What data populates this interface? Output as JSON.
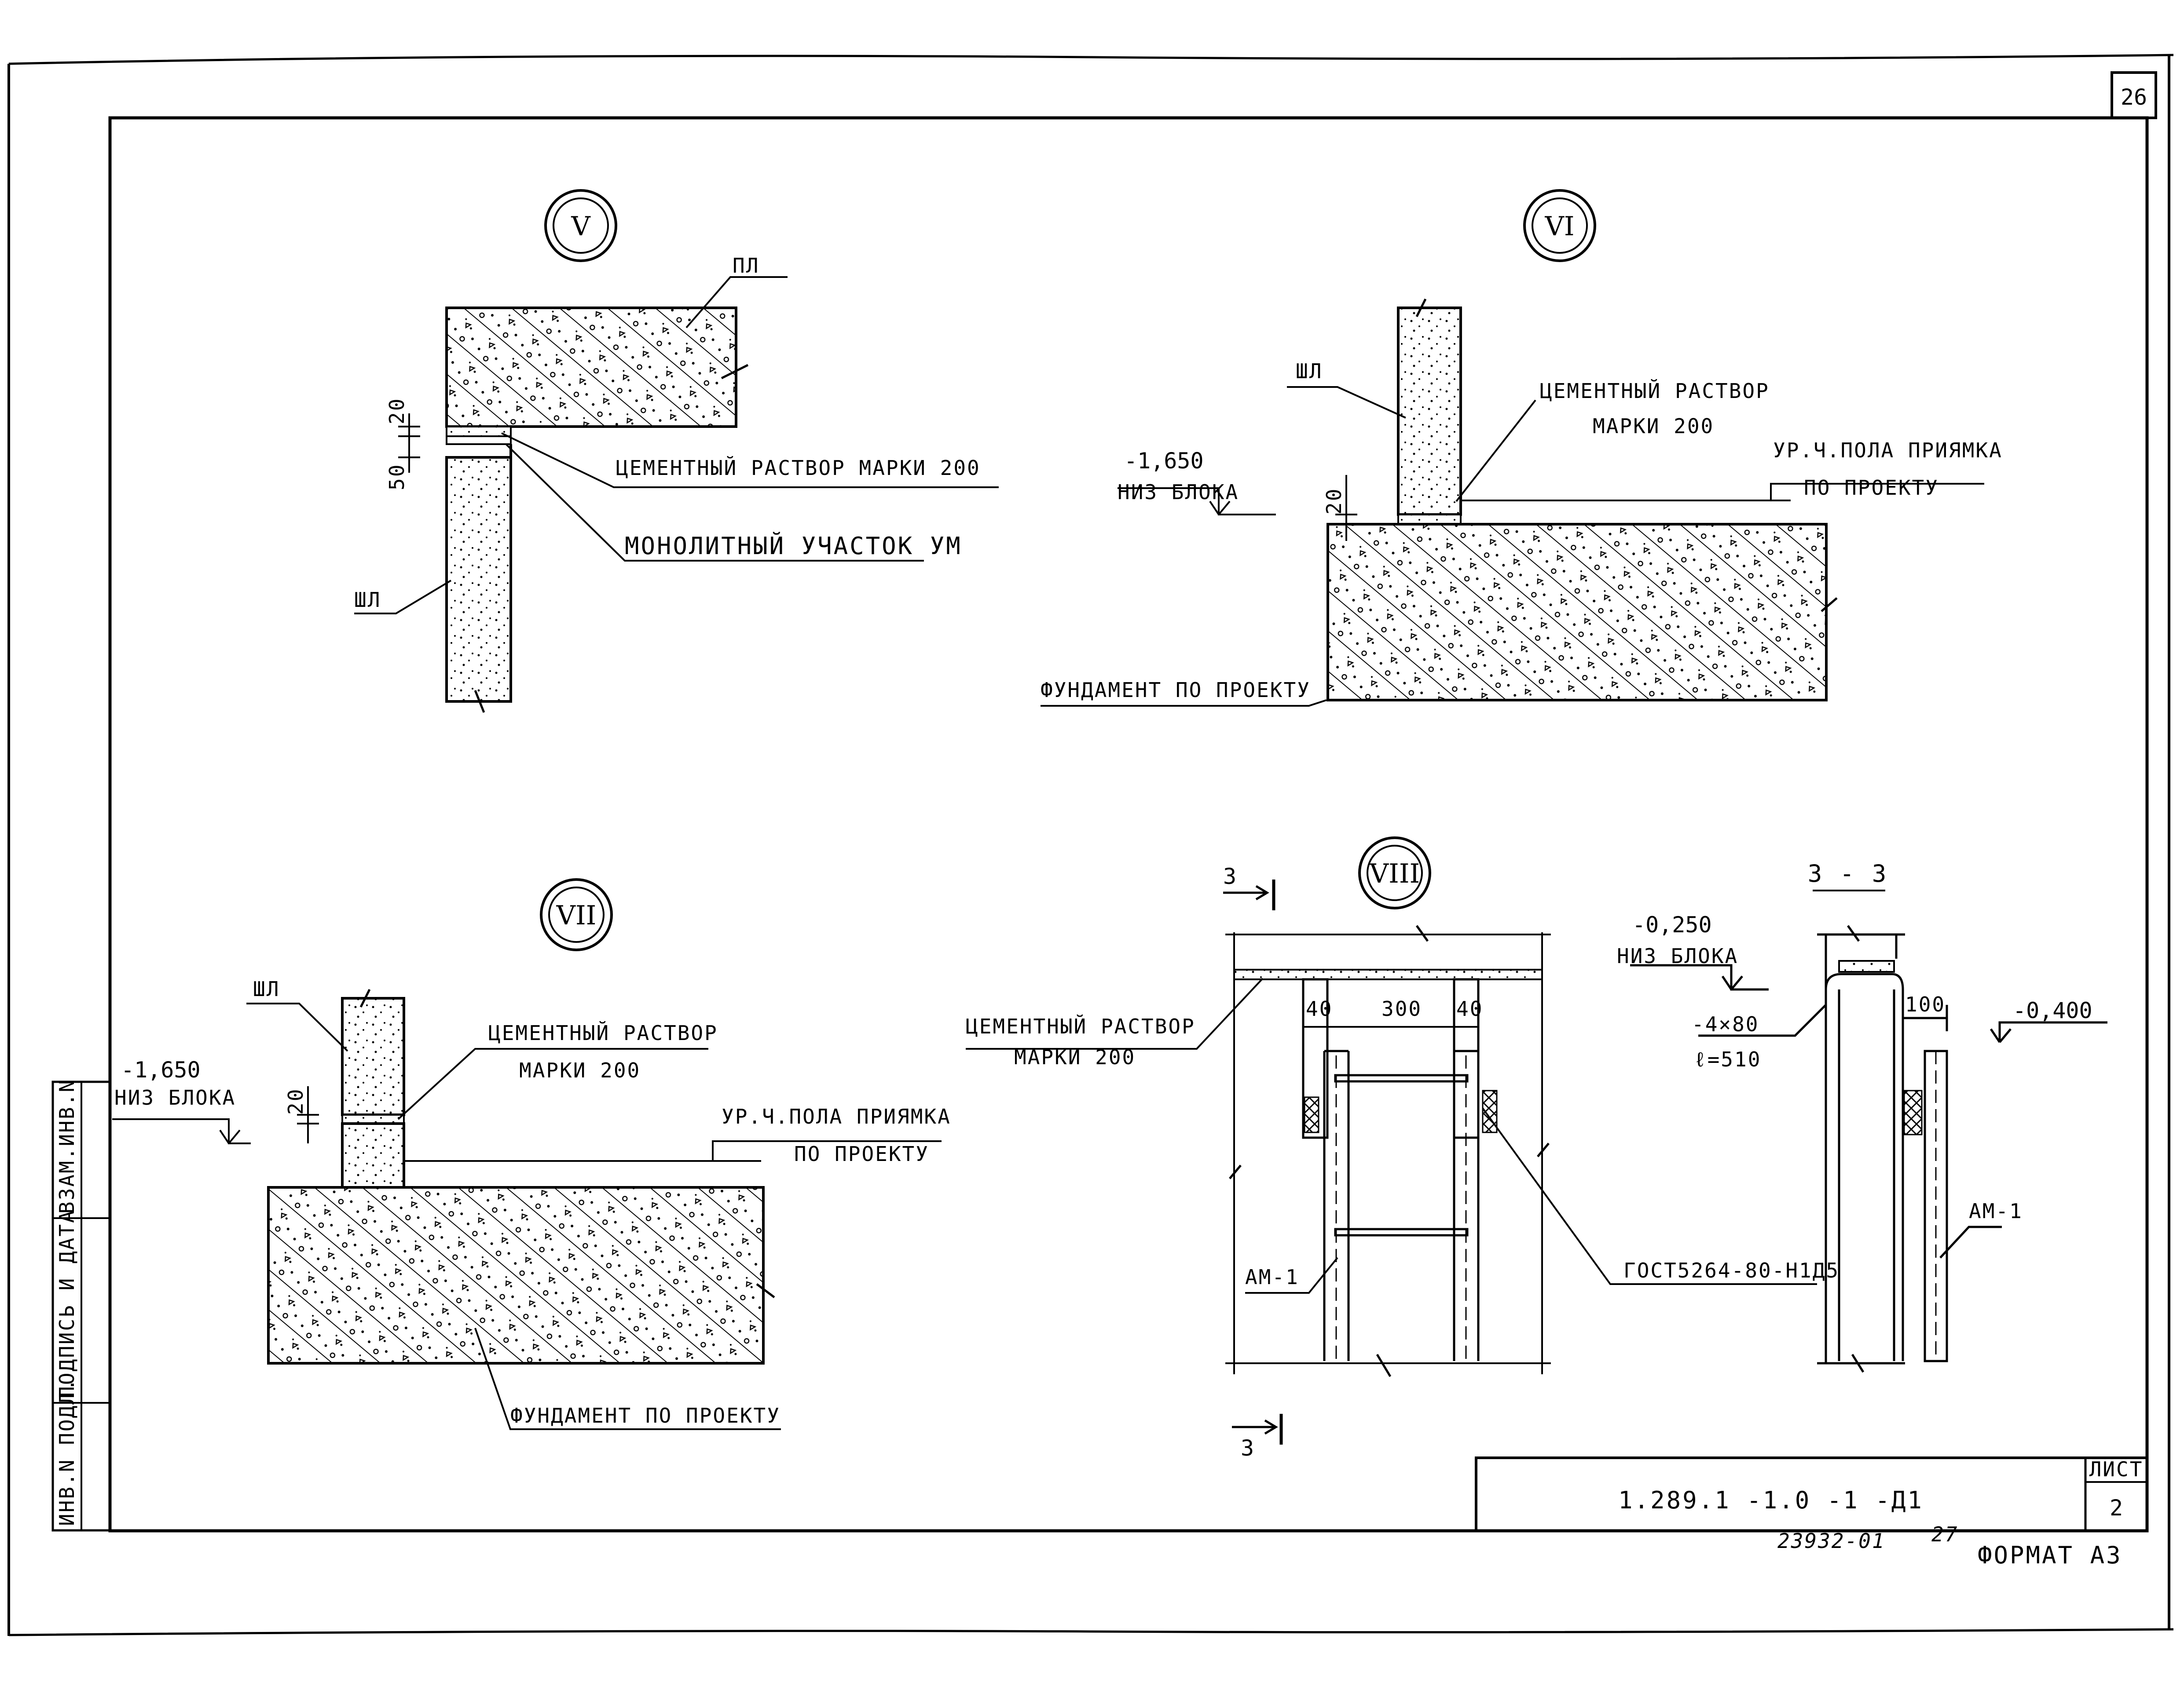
{
  "sheet": {
    "page_number": "26",
    "format": "ФОРМАТ А3",
    "archive_number": "23932-01",
    "archive_sub": "27",
    "stamp": {
      "designation": "1.289.1 -1.0 -1 -Д1",
      "sheet_label": "ЛИСТ",
      "sheet_no": "2"
    },
    "side_stamp": [
      "ИНВ.N ПОДЛ.",
      "ПОДПИСЬ И ДАТА",
      "ВЗАМ.ИНВ.N"
    ]
  },
  "node5": {
    "id": "V",
    "labels": {
      "pl": "ПЛ",
      "shl": "ШЛ",
      "mortar": "ЦЕМЕНТНЫЙ РАСТВОР МАРКИ 200",
      "monolith": "МОНОЛИТНЫЙ УЧАСТОК УМ"
    },
    "dims": {
      "d20": "20",
      "d50": "50"
    }
  },
  "node6": {
    "id": "VI",
    "labels": {
      "shl": "ШЛ",
      "mortar1": "ЦЕМЕНТНЫЙ РАСТВОР",
      "mortar2": "МАРКИ 200",
      "floor1": "УР.Ч.ПОЛА ПРИЯМКА",
      "floor2": "ПО ПРОЕКТУ",
      "foundation": "ФУНДАМЕНТ ПО ПРОЕКТУ",
      "level": "-1,650",
      "level_note": "НИЗ БЛОКА"
    },
    "dims": {
      "d20": "20"
    }
  },
  "node7": {
    "id": "VII",
    "labels": {
      "shl": "ШЛ",
      "mortar1": "ЦЕМЕНТНЫЙ РАСТВОР",
      "mortar2": "МАРКИ 200",
      "floor1": "УР.Ч.ПОЛА ПРИЯМКА",
      "floor2": "ПО ПРОЕКТУ",
      "foundation": "ФУНДАМЕНТ ПО ПРОЕКТУ",
      "level": "-1,650",
      "level_note": "НИЗ БЛОКА"
    },
    "dims": {
      "d20": "20"
    }
  },
  "node8": {
    "id": "VIII",
    "section_mark": "3",
    "labels": {
      "mortar1": "ЦЕМЕНТНЫЙ РАСТВОР",
      "mortar2": "МАРКИ 200",
      "am": "АМ-1",
      "gost": "ГОСТ5264-80-Н1Д5"
    },
    "dims": {
      "d40a": "40",
      "d300": "300",
      "d40b": "40"
    }
  },
  "section33": {
    "title": "3 - 3",
    "level_top": "-0,250",
    "level_note": "НИЗ БЛОКА",
    "plate": "-4×80",
    "plate_len": "ℓ=510",
    "d100": "100",
    "level_right": "-0,400",
    "am": "АМ-1"
  }
}
